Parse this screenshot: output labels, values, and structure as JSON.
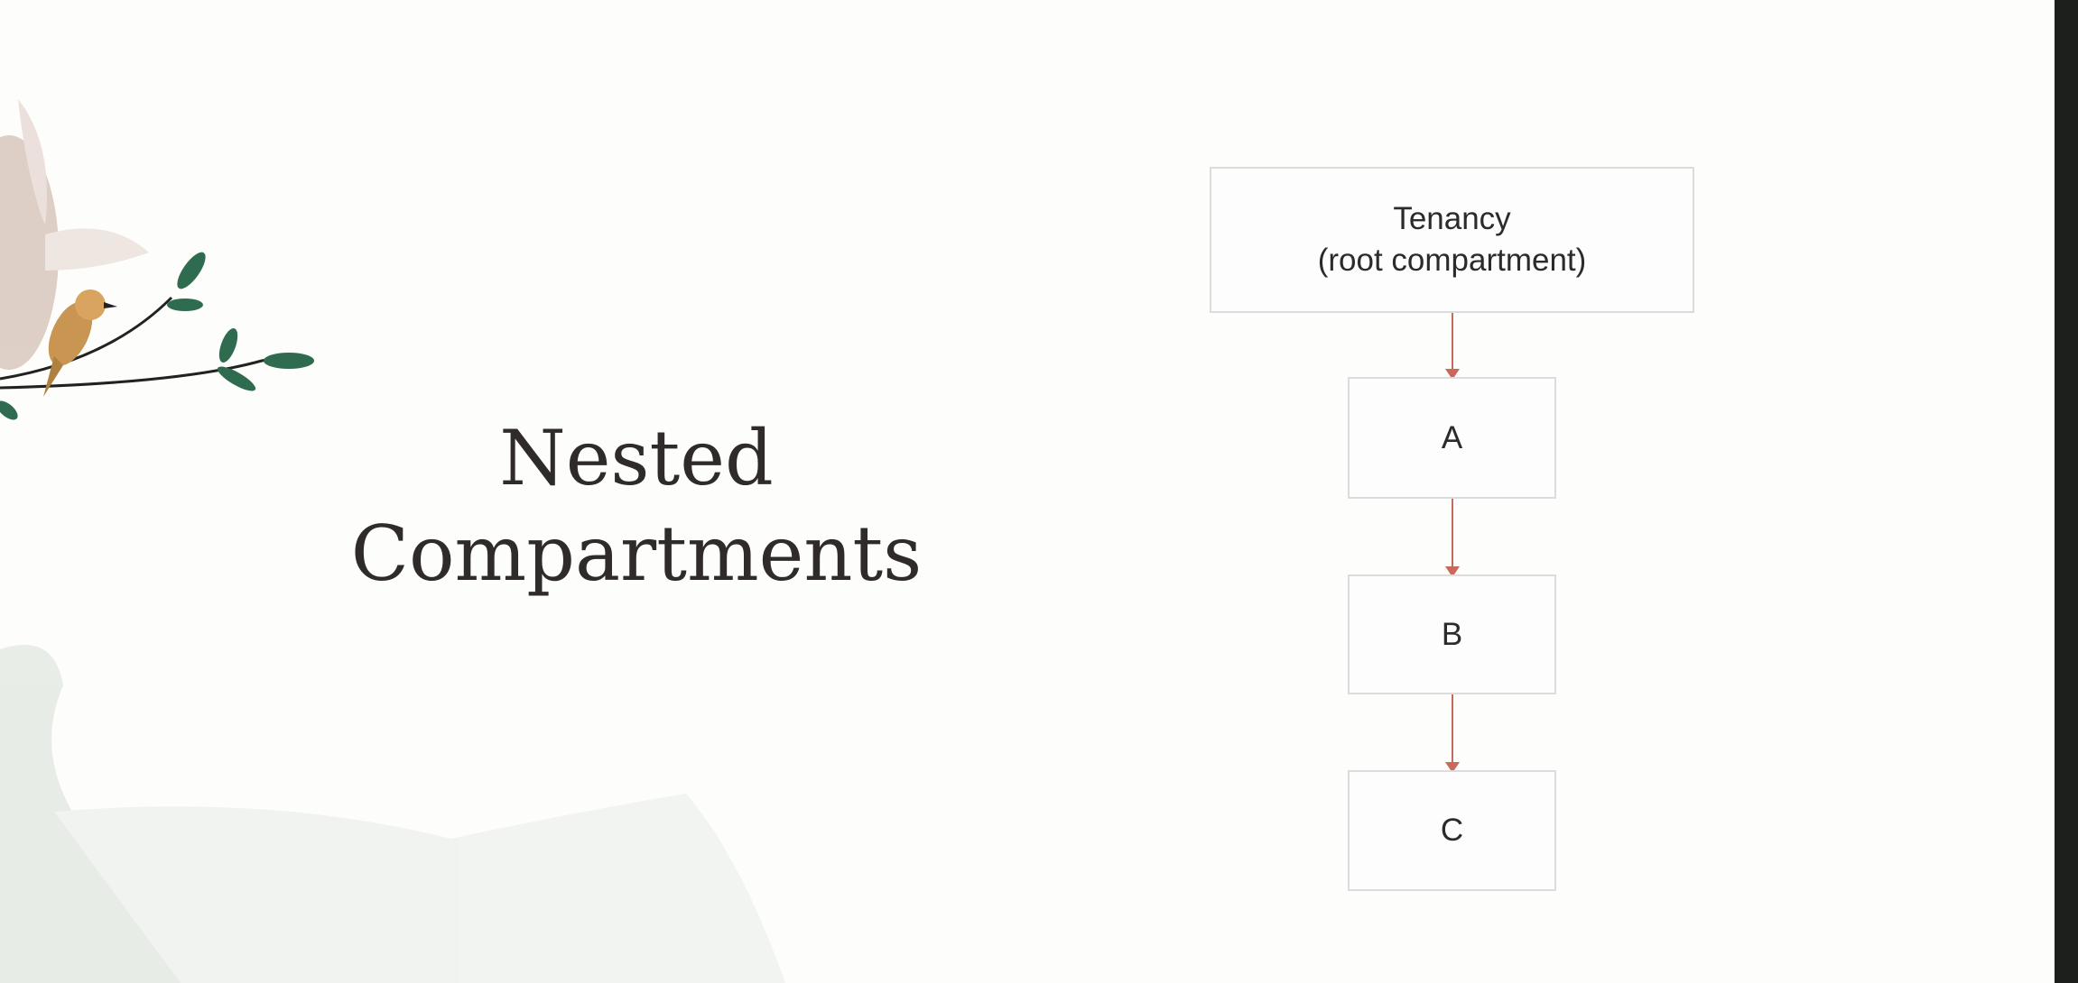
{
  "slide": {
    "title_line1": "Nested",
    "title_line2": "Compartments"
  },
  "diagram": {
    "nodes": [
      {
        "id": "tenancy",
        "line1": "Tenancy",
        "line2": "(root compartment)"
      },
      {
        "id": "a",
        "line1": "A"
      },
      {
        "id": "b",
        "line1": "B"
      },
      {
        "id": "c",
        "line1": "C"
      }
    ],
    "edges": [
      [
        "tenancy",
        "a"
      ],
      [
        "a",
        "b"
      ],
      [
        "b",
        "c"
      ]
    ],
    "colors": {
      "arrow": "#c8695c",
      "box_border": "#dcdcdc",
      "text": "#2b2b2b"
    }
  }
}
